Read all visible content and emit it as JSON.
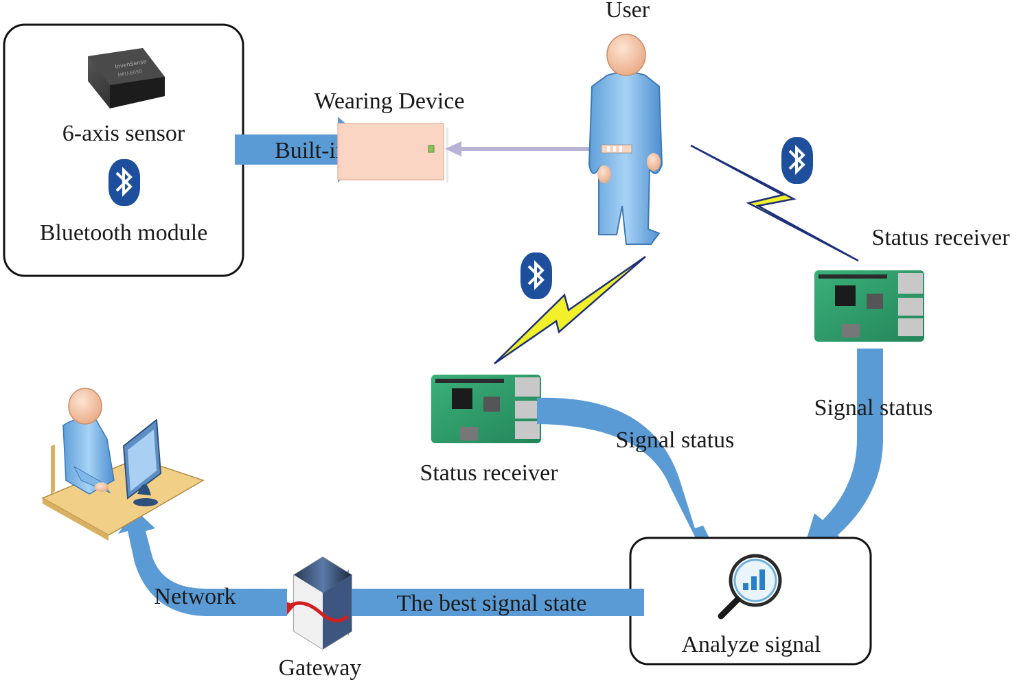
{
  "labels": {
    "user": "User",
    "wearing_device": "Wearing Device",
    "sensor": "6-axis sensor",
    "bluetooth_module": "Bluetooth module",
    "built_in": "Built-in",
    "status_receiver_right": "Status receiver",
    "status_receiver_left": "Status receiver",
    "signal_status_left": "Signal status",
    "signal_status_right": "Signal status",
    "analyze_signal": "Analyze signal",
    "best_signal_state": "The best signal state",
    "network": "Network",
    "gateway": "Gateway"
  },
  "colors": {
    "arrow_blue": "#5b9bd5",
    "bluetooth_blue": "#1d4f9c",
    "lightning_yellow": "#f1f02a",
    "lightning_outline": "#1c2f7a",
    "device_fill": "#fbd5c4",
    "person_body": "#7fb8e8",
    "person_head": "#f6c7a8",
    "board_green": "#2e9f6a",
    "desk": "#f2cf86"
  },
  "icons": [
    "bluetooth-icon",
    "lightning-icon",
    "magnifier-chart-icon",
    "gateway-server-icon",
    "raspberry-pi-icon",
    "sensor-chip-icon",
    "user-figure-icon",
    "desk-operator-icon"
  ]
}
